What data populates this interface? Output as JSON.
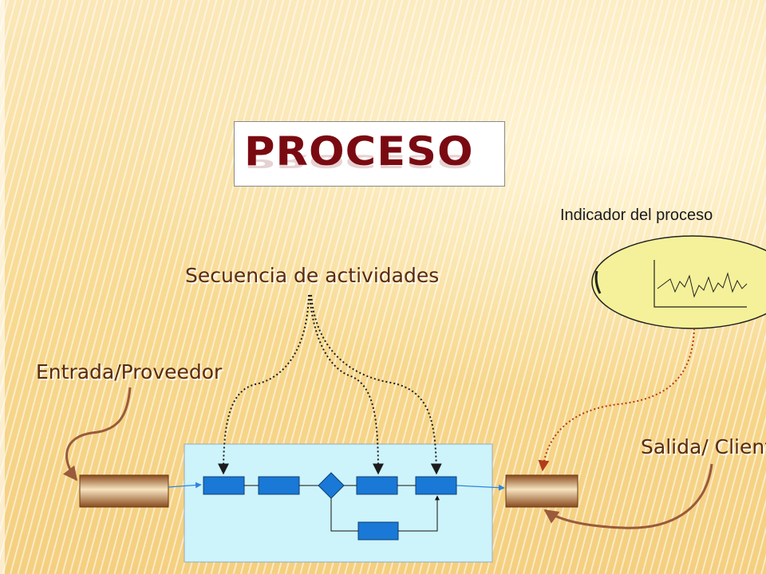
{
  "title": "Proceso",
  "labels": {
    "indicator": "Indicador del proceso",
    "sequence": "Secuencia de actividades",
    "input": "Entrada/Proveedor",
    "output": "Salida/ Cliente"
  },
  "colors": {
    "title": "#7a0a12",
    "activity_box": "#1a78d6",
    "container": "#cdf3fb",
    "ellipse": "#f5f19a",
    "arrow_dark": "#1c1c1c",
    "arrow_red": "#b23a1a",
    "arrow_brown": "#9a5a3c"
  }
}
